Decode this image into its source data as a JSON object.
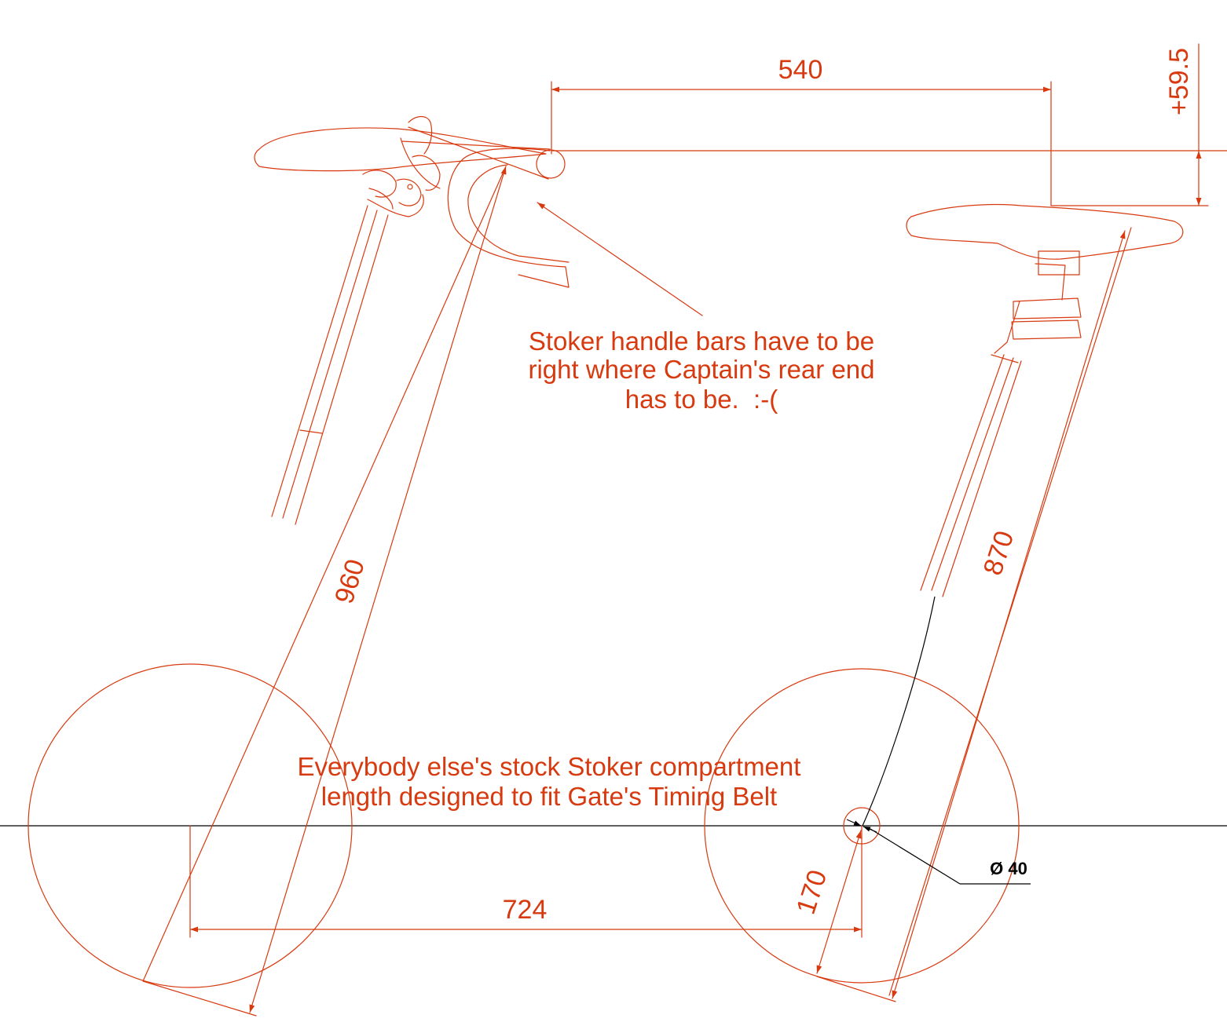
{
  "colors": {
    "drawing": "#d83a10",
    "reference": "#000000",
    "background": "#ffffff"
  },
  "dimensions": {
    "top_span": "540",
    "offset": "+59.5",
    "stoker_reach": "960",
    "captain_reach": "870",
    "wheel_spacing": "724",
    "drop": "170",
    "diameter": "Ø 40"
  },
  "notes": {
    "handlebar_note": [
      "Stoker handle bars have to be",
      "right where Captain's rear end",
      "has to be.  :-("
    ],
    "belt_note": [
      "Everybody else's stock Stoker compartment",
      "length designed to fit Gate's Timing Belt"
    ]
  }
}
